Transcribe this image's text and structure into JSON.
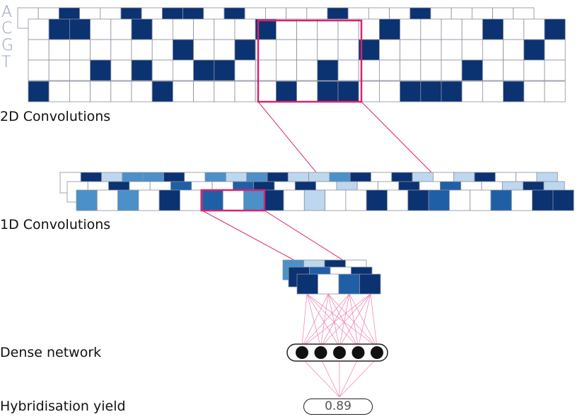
{
  "bases": [
    "A",
    "C",
    "G",
    "T"
  ],
  "labels": {
    "conv2d": "2D Convolutions",
    "conv1d": "1D Convolutions",
    "dense": "Dense network",
    "output": "Hybridisation yield"
  },
  "output_value": "0.89",
  "colors": {
    "dark": "#0b3271",
    "mid_dark": "#1f5fa6",
    "mid": "#4b90c9",
    "light": "#bdd7ee",
    "pale": "#e5eef8",
    "white": "#ffffff",
    "highlight": "#d6246e",
    "connector": "#f08cba"
  },
  "grid2d_layers": [
    [
      0,
      0,
      1,
      0,
      0,
      1,
      0,
      1,
      1,
      0,
      1,
      0,
      0,
      0,
      0,
      1,
      0,
      0,
      0,
      1,
      0,
      0,
      0,
      0,
      0
    ],
    [
      0,
      1,
      1,
      0,
      0,
      1,
      0,
      0,
      0,
      0,
      0,
      1,
      0,
      0,
      0,
      0,
      0,
      1,
      0,
      0,
      0,
      0,
      1,
      0,
      0,
      1
    ],
    [
      0,
      0,
      0,
      0,
      0,
      0,
      0,
      1,
      0,
      0,
      1,
      0,
      0,
      0,
      0,
      0,
      1,
      0,
      0,
      0,
      0,
      0,
      0,
      0,
      1,
      0
    ],
    [
      0,
      0,
      0,
      1,
      0,
      1,
      0,
      0,
      1,
      1,
      0,
      0,
      0,
      0,
      1,
      0,
      0,
      0,
      0,
      0,
      0,
      1,
      0,
      0,
      0,
      0
    ],
    [
      1,
      0,
      0,
      0,
      0,
      0,
      1,
      0,
      0,
      0,
      0,
      0,
      1,
      0,
      1,
      1,
      0,
      0,
      1,
      1,
      1,
      0,
      0,
      1,
      0,
      0
    ]
  ],
  "conv1d_layers": [
    [
      0,
      4,
      1,
      2,
      2,
      4,
      0,
      2,
      1,
      2,
      4,
      1,
      1,
      2,
      4,
      0,
      4,
      1,
      0,
      1,
      4,
      0,
      0,
      1
    ],
    [
      0,
      0,
      4,
      0,
      0,
      3,
      0,
      0,
      3,
      4,
      0,
      4,
      0,
      1,
      0,
      0,
      4,
      0,
      3,
      0,
      0,
      1,
      4,
      1
    ],
    [
      2,
      0,
      2,
      0,
      4,
      0,
      3,
      0,
      2,
      4,
      0,
      1,
      0,
      0,
      4,
      0,
      4,
      3,
      0,
      0,
      3,
      0,
      4,
      4
    ]
  ],
  "conv1d_window": [
    3,
    0,
    2
  ],
  "pool_layers": [
    [
      2,
      1,
      4,
      0
    ],
    [
      4,
      3,
      0,
      4
    ],
    [
      4,
      0,
      3,
      4
    ]
  ],
  "dense_nodes": 5
}
